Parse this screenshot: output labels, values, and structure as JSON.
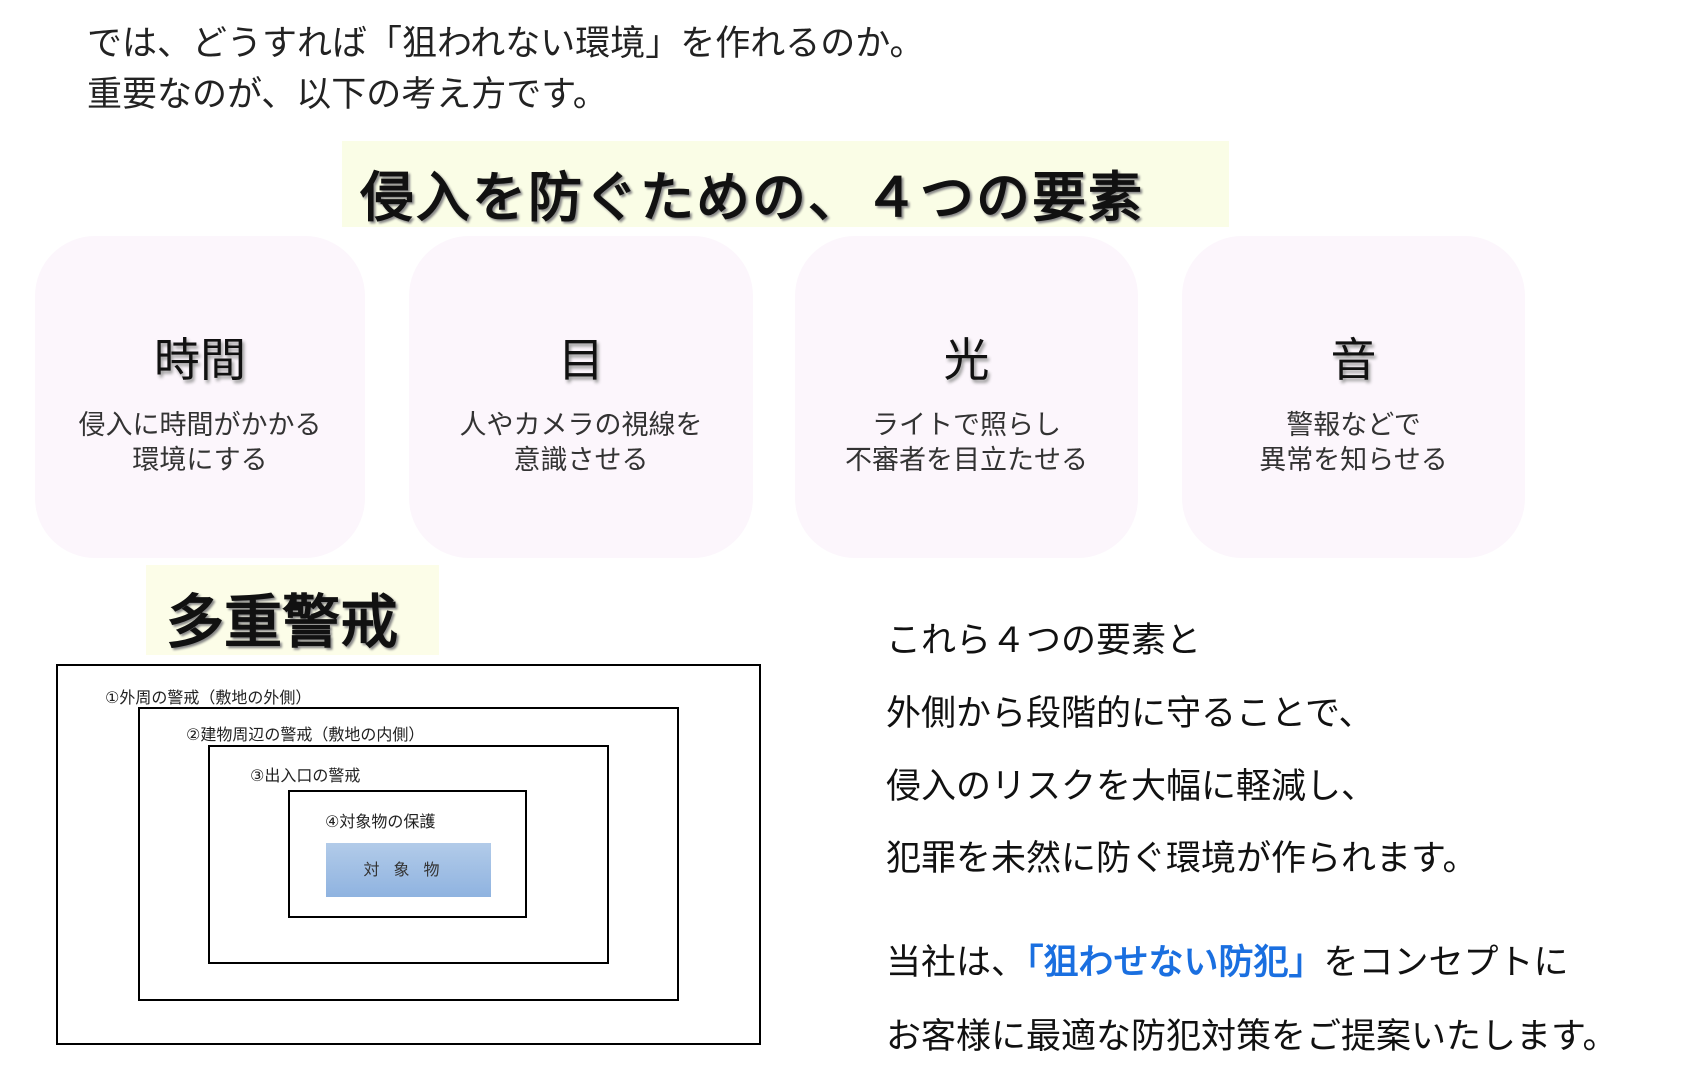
{
  "intro": {
    "line1": "では、どうすれば「狙われない環境」を作れるのか。",
    "line2": "重要なのが、以下の考え方です。"
  },
  "title": "侵入を防ぐための、４つの要素",
  "cards": [
    {
      "heading": "時間",
      "desc1": "侵入に時間がかかる",
      "desc2": "環境にする"
    },
    {
      "heading": "目",
      "desc1": "人やカメラの視線を",
      "desc2": "意識させる"
    },
    {
      "heading": "光",
      "desc1": "ライトで照らし",
      "desc2": "不審者を目立たせる"
    },
    {
      "heading": "音",
      "desc1": "警報などで",
      "desc2": "異常を知らせる"
    }
  ],
  "layered": {
    "title": "多重警戒",
    "labels": [
      "①外周の警戒（敷地の外側）",
      "②建物周辺の警戒（敷地の内側）",
      "③出入口の警戒",
      "④対象物の保護"
    ],
    "target": "対象物"
  },
  "summary": {
    "lines": [
      "これら４つの要素と",
      "外側から段階的に守ることで、",
      "侵入のリスクを大幅に軽減し、",
      "犯罪を未然に防ぐ環境が作られます。"
    ],
    "concept_prefix": "当社は、",
    "concept_highlight": "「狙わせない防犯」",
    "concept_suffix": "をコンセプトに",
    "closing": "お客様に最適な防犯対策をご提案いたします。"
  },
  "colors": {
    "highlight": "#1a6fe0",
    "card_bg": "#fcf6fc",
    "title_bg": "#fafde6",
    "target": "#9dbde5"
  }
}
